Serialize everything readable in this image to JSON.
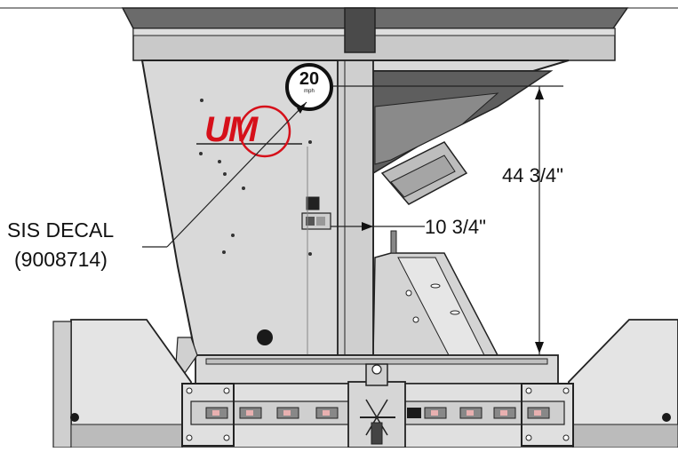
{
  "decal": {
    "name": "SIS DECAL",
    "part_number": "(9008714)",
    "speed_value": "20",
    "speed_unit": "mph"
  },
  "logo": {
    "text": "UM",
    "color": "#d6101a"
  },
  "dimensions": {
    "height_label": "44 3/4\"",
    "offset_label": "10 3/4\""
  }
}
